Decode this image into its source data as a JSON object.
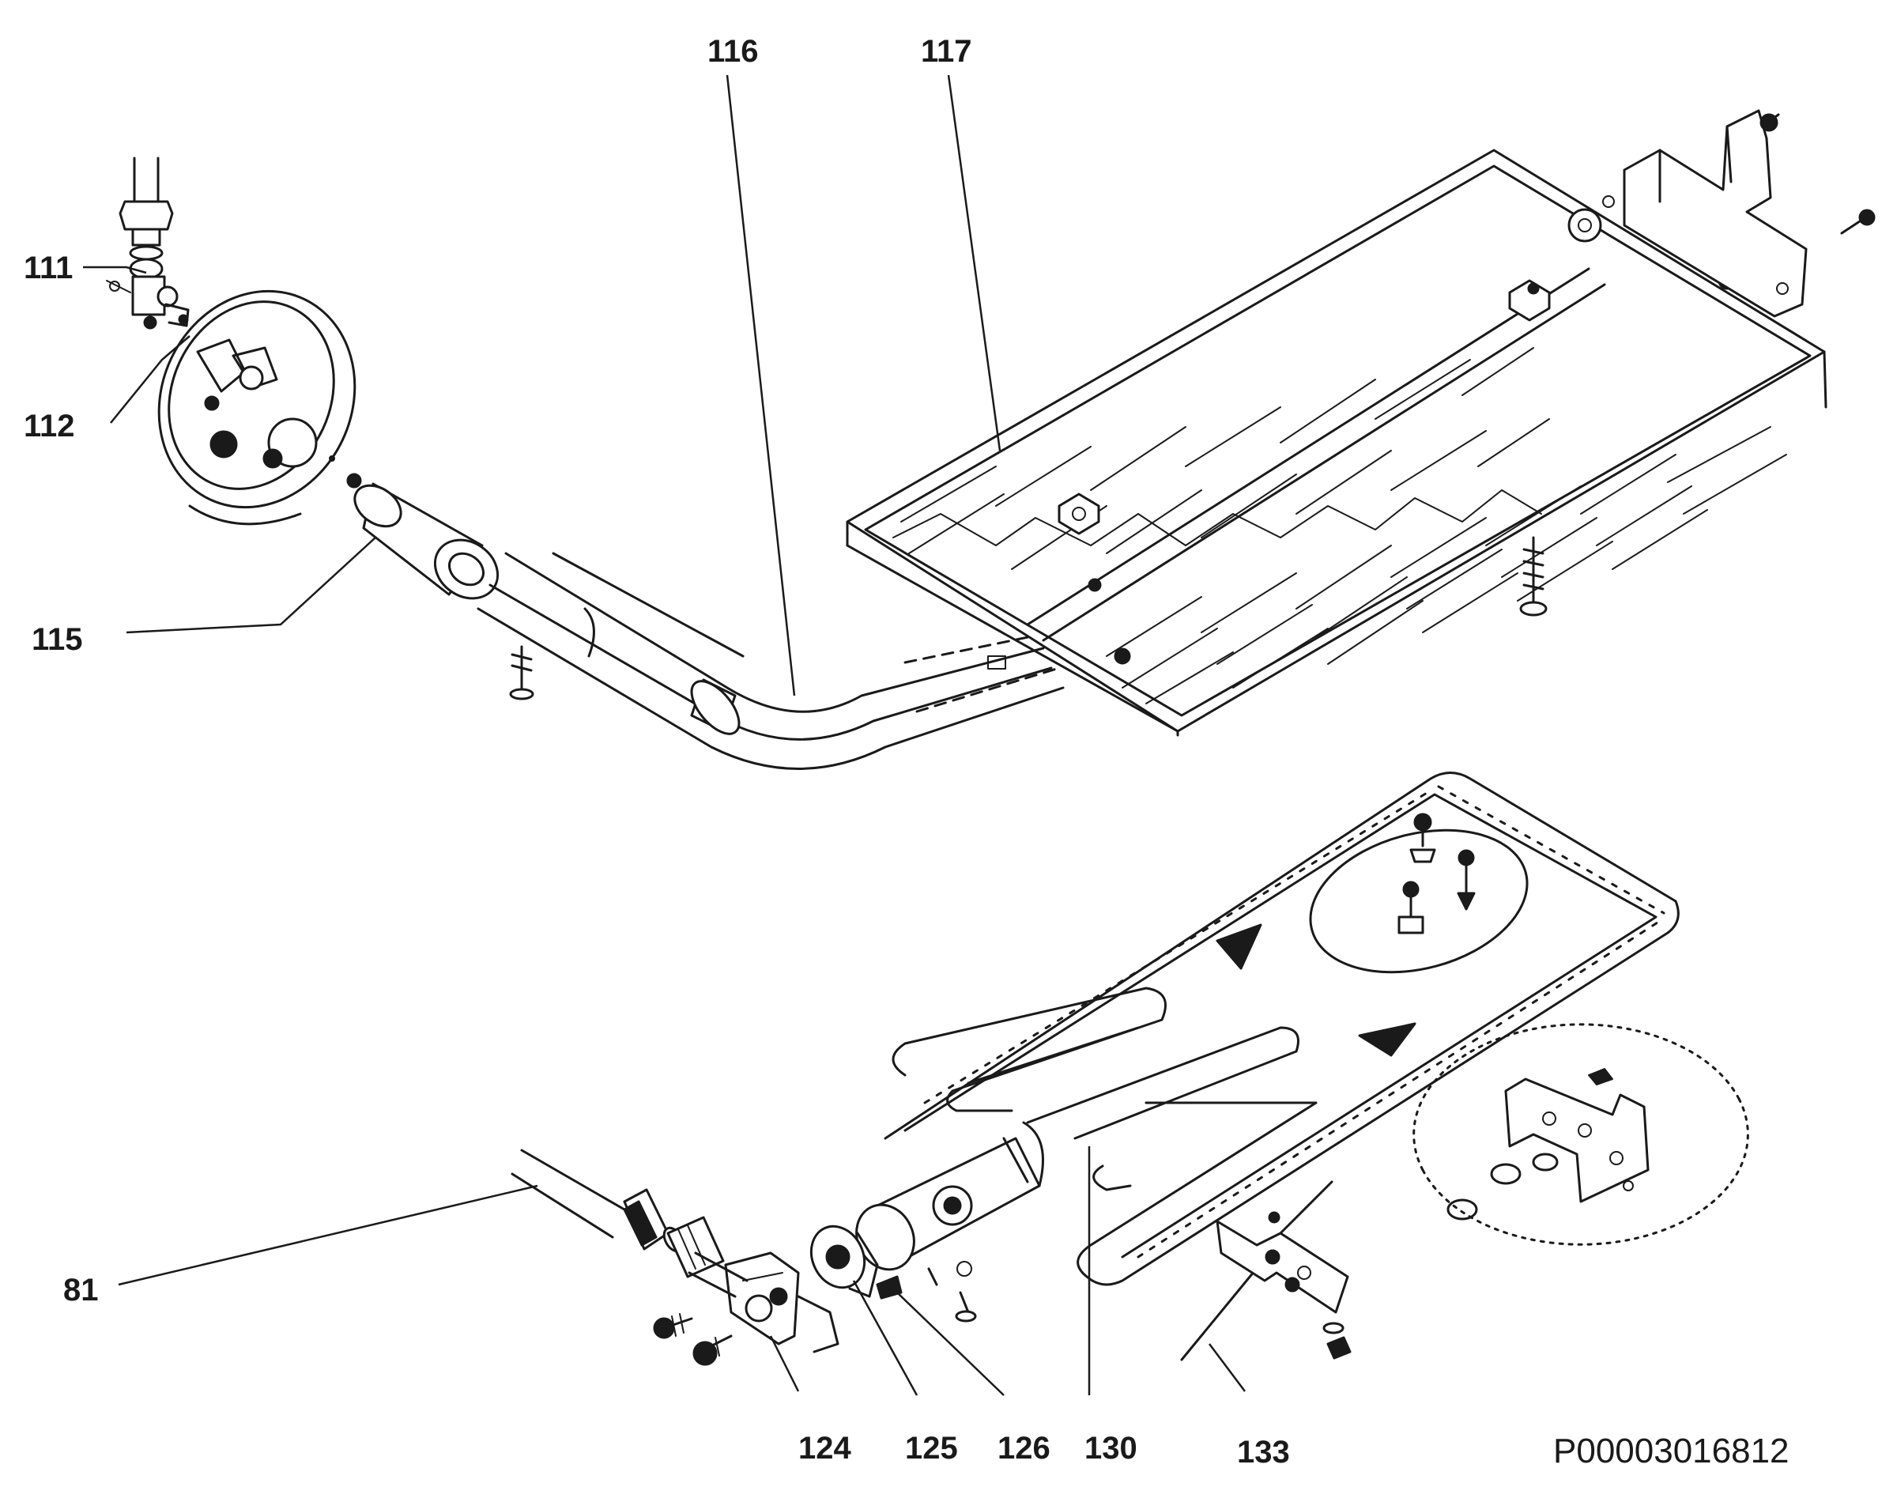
{
  "callouts": {
    "c111": "111",
    "c112": "112",
    "c115": "115",
    "c116": "116",
    "c117": "117",
    "c81": "81",
    "c124": "124",
    "c125": "125",
    "c126": "126",
    "c130": "130",
    "c133": "133"
  },
  "reference_code": "P00003016812",
  "colors": {
    "line": "#1a1a1a",
    "background": "#ffffff"
  }
}
